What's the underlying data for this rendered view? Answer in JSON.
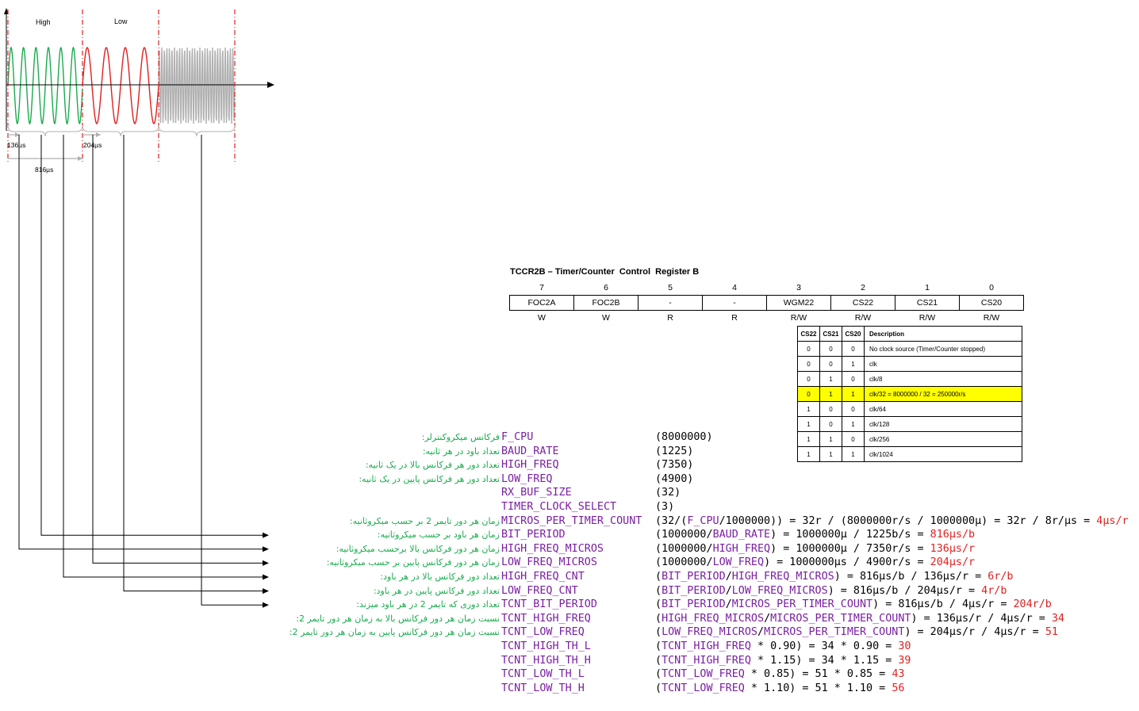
{
  "signal_diagram": {
    "high_label": "High",
    "low_label": "Low",
    "t136": "136µs",
    "t204": "204µs",
    "t816": "816µs"
  },
  "register": {
    "title": "TCCR2B – Timer/Counter  Control  Register B",
    "bits": [
      "7",
      "6",
      "5",
      "4",
      "3",
      "2",
      "1",
      "0"
    ],
    "names": [
      "FOC2A",
      "FOC2B",
      "-",
      "-",
      "WGM22",
      "CS22",
      "CS21",
      "CS20"
    ],
    "access": [
      "W",
      "W",
      "R",
      "R",
      "R/W",
      "R/W",
      "R/W",
      "R/W"
    ]
  },
  "clock_table": {
    "headers": [
      "CS22",
      "CS21",
      "CS20",
      "Description"
    ],
    "rows": [
      {
        "cs22": "0",
        "cs21": "0",
        "cs20": "0",
        "desc": "No clock source (Timer/Counter  stopped)"
      },
      {
        "cs22": "0",
        "cs21": "0",
        "cs20": "1",
        "desc": "clk"
      },
      {
        "cs22": "0",
        "cs21": "1",
        "cs20": "0",
        "desc": "clk/8"
      },
      {
        "cs22": "0",
        "cs21": "1",
        "cs20": "1",
        "desc": "clk/32 = 8000000 / 32 = 250000r/s"
      },
      {
        "cs22": "1",
        "cs21": "0",
        "cs20": "0",
        "desc": "clk/64"
      },
      {
        "cs22": "1",
        "cs21": "0",
        "cs20": "1",
        "desc": "clk/128"
      },
      {
        "cs22": "1",
        "cs21": "1",
        "cs20": "0",
        "desc": "clk/256"
      },
      {
        "cs22": "1",
        "cs21": "1",
        "cs20": "1",
        "desc": "clk/1024"
      }
    ],
    "highlight_color": "#ffff00"
  },
  "defines": [
    {
      "fa": "فرکانس میکروکنترلر:",
      "name": "F_CPU",
      "expr": [
        [
          "(8000000)",
          ""
        ]
      ]
    },
    {
      "fa": "تعداد باود در هر ثانیه:",
      "name": "BAUD_RATE",
      "expr": [
        [
          "(1225)",
          ""
        ]
      ]
    },
    {
      "fa": "تعداد دور هر فرکانس بالا در یک ثانیه:",
      "name": "HIGH_FREQ",
      "expr": [
        [
          "(7350)",
          ""
        ]
      ]
    },
    {
      "fa": "تعداد دور هر فرکانس پایین در یک ثانیه:",
      "name": "LOW_FREQ",
      "expr": [
        [
          "(4900)",
          ""
        ]
      ]
    },
    {
      "fa": "",
      "name": "RX_BUF_SIZE",
      "expr": [
        [
          "(32)",
          ""
        ]
      ]
    },
    {
      "fa": "",
      "name": "TIMER_CLOCK_SELECT",
      "expr": [
        [
          "(3)",
          ""
        ]
      ]
    },
    {
      "fa": "زمان هر دور تایمر 2 بر حسب میکروثانیه:",
      "name": "MICROS_PER_TIMER_COUNT",
      "expr": [
        [
          "(32/(",
          ""
        ],
        [
          "F_CPU",
          "v"
        ],
        [
          "/1000000)) = 32r / (8000000r/s / 1000000µ) = 32r / 8r/µs = ",
          ""
        ],
        [
          "4µs/r",
          "r"
        ]
      ]
    },
    {
      "fa": "زمان هر باود بر حسب میکروثانیه:",
      "name": "BIT_PERIOD",
      "expr": [
        [
          "(1000000/",
          ""
        ],
        [
          "BAUD_RATE",
          "v"
        ],
        [
          ") = 1000000µ / 1225b/s = ",
          ""
        ],
        [
          "816µs/b",
          "r"
        ]
      ]
    },
    {
      "fa": "زمان هر دور فرکانس بالا برحسب میکروثانیه:",
      "name": "HIGH_FREQ_MICROS",
      "expr": [
        [
          "(1000000/",
          ""
        ],
        [
          "HIGH_FREQ",
          "v"
        ],
        [
          ") = 1000000µ / 7350r/s = ",
          ""
        ],
        [
          "136µs/r",
          "r"
        ]
      ]
    },
    {
      "fa": "زمان هر دور فرکانس پایین بر حسب میکروثانیه:",
      "name": "LOW_FREQ_MICROS",
      "expr": [
        [
          "(1000000/",
          ""
        ],
        [
          "LOW_FREQ",
          "v"
        ],
        [
          ") = 1000000µs / 4900r/s = ",
          ""
        ],
        [
          "204µs/r",
          "r"
        ]
      ]
    },
    {
      "fa": "تعداد دور فرکانس بالا در هر باود:",
      "name": "HIGH_FREQ_CNT",
      "expr": [
        [
          "(",
          ""
        ],
        [
          "BIT_PERIOD",
          "v"
        ],
        [
          "/",
          ""
        ],
        [
          "HIGH_FREQ_MICROS",
          "v"
        ],
        [
          ") = 816µs/b / 136µs/r = ",
          ""
        ],
        [
          "6r/b",
          "r"
        ]
      ]
    },
    {
      "fa": "تعداد دور فرکانس پایین در هر باود:",
      "name": "LOW_FREQ_CNT",
      "expr": [
        [
          "(",
          ""
        ],
        [
          "BIT_PERIOD",
          "v"
        ],
        [
          "/",
          ""
        ],
        [
          "LOW_FREQ_MICROS",
          "v"
        ],
        [
          ") = 816µs/b / 204µs/r = ",
          ""
        ],
        [
          "4r/b",
          "r"
        ]
      ]
    },
    {
      "fa": "تعداد دوری که تایمر 2 در هر باود میزند:",
      "name": "TCNT_BIT_PERIOD",
      "expr": [
        [
          "(",
          ""
        ],
        [
          "BIT_PERIOD",
          "v"
        ],
        [
          "/",
          ""
        ],
        [
          "MICROS_PER_TIMER_COUNT",
          "v"
        ],
        [
          ") = 816µs/b / 4µs/r = ",
          ""
        ],
        [
          "204r/b",
          "r"
        ]
      ]
    },
    {
      "fa": "نسبت زمان هر دور فرکانس بالا به زمان هر دور تایمر 2:",
      "name": "TCNT_HIGH_FREQ",
      "expr": [
        [
          "(",
          ""
        ],
        [
          "HIGH_FREQ_MICROS",
          "v"
        ],
        [
          "/",
          ""
        ],
        [
          "MICROS_PER_TIMER_COUNT",
          "v"
        ],
        [
          ") = 136µs/r / 4µs/r = ",
          ""
        ],
        [
          "34",
          "r"
        ]
      ]
    },
    {
      "fa": "نسبت زمان هر دور فرکانس پایین به زمان هر دور تایمر 2:",
      "name": "TCNT_LOW_FREQ",
      "expr": [
        [
          "(",
          ""
        ],
        [
          "LOW_FREQ_MICROS",
          "v"
        ],
        [
          "/",
          ""
        ],
        [
          "MICROS_PER_TIMER_COUNT",
          "v"
        ],
        [
          ") = 204µs/r / 4µs/r = ",
          ""
        ],
        [
          "51",
          "r"
        ]
      ]
    },
    {
      "fa": "",
      "name": "TCNT_HIGH_TH_L",
      "expr": [
        [
          "(",
          ""
        ],
        [
          "TCNT_HIGH_FREQ",
          "v"
        ],
        [
          " * 0.90) = 34 * 0.90 = ",
          ""
        ],
        [
          "30",
          "r"
        ]
      ]
    },
    {
      "fa": "",
      "name": "TCNT_HIGH_TH_H",
      "expr": [
        [
          "(",
          ""
        ],
        [
          "TCNT_HIGH_FREQ",
          "v"
        ],
        [
          " * 1.15) = 34 * 1.15 = ",
          ""
        ],
        [
          "39",
          "r"
        ]
      ]
    },
    {
      "fa": "",
      "name": "TCNT_LOW_TH_L",
      "expr": [
        [
          "(",
          ""
        ],
        [
          "TCNT_LOW_FREQ",
          "v"
        ],
        [
          " * 0.85) = 51 * 0.85 = ",
          ""
        ],
        [
          "43",
          "r"
        ]
      ]
    },
    {
      "fa": "",
      "name": "TCNT_LOW_TH_H",
      "expr": [
        [
          "(",
          ""
        ],
        [
          "TCNT_LOW_FREQ",
          "v"
        ],
        [
          " * 1.10) = 51 * 1.10 = ",
          ""
        ],
        [
          "56",
          "r"
        ]
      ]
    }
  ],
  "colors": {
    "green": "#1aab4e",
    "red": "#e02020",
    "purple": "#7a1fa2",
    "gray_wave": "#b0b0b0"
  }
}
